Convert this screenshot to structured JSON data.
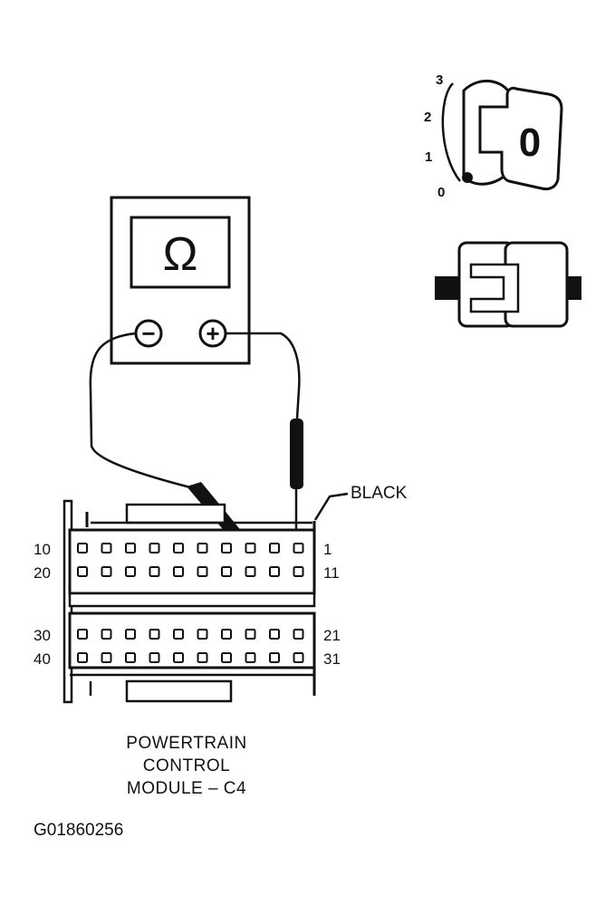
{
  "meter": {
    "display_symbol": "Ω",
    "neg_symbol": "−",
    "pos_symbol": "+"
  },
  "ignition": {
    "positions": [
      "3",
      "2",
      "1",
      "0"
    ],
    "key_letter": "0"
  },
  "connector": {
    "color_label": "BLACK",
    "row_labels": {
      "r1_left": "10",
      "r1_right": "1",
      "r2_left": "20",
      "r2_right": "11",
      "r3_left": "30",
      "r3_right": "21",
      "r4_left": "40",
      "r4_right": "31"
    },
    "caption": [
      "POWERTRAIN",
      "CONTROL",
      "MODULE – C4"
    ]
  },
  "figure_id": "G01860256"
}
